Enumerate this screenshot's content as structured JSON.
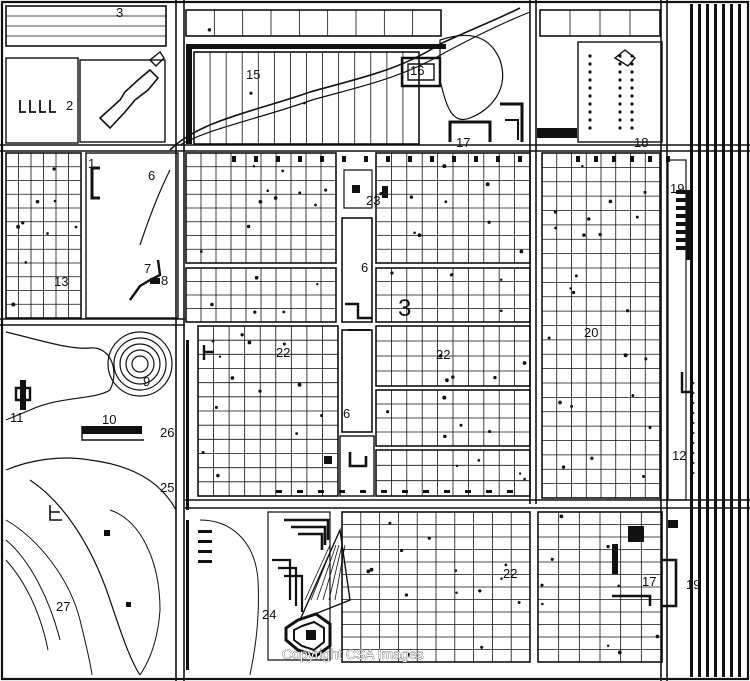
{
  "map": {
    "colors": {
      "ink": "#111111",
      "paper": "#ffffff"
    },
    "labels": [
      {
        "text": "3",
        "key": "l3top"
      },
      {
        "text": "2",
        "key": "l2"
      },
      {
        "text": "15",
        "key": "l15"
      },
      {
        "text": "16",
        "key": "l16"
      },
      {
        "text": "17",
        "key": "l17a"
      },
      {
        "text": "18",
        "key": "l18"
      },
      {
        "text": "1",
        "key": "l1"
      },
      {
        "text": "6",
        "key": "l6a"
      },
      {
        "text": "23",
        "key": "l23"
      },
      {
        "text": "19",
        "key": "l19a"
      },
      {
        "text": "7",
        "key": "l7"
      },
      {
        "text": "8",
        "key": "l8"
      },
      {
        "text": "6",
        "key": "l6b"
      },
      {
        "text": "13",
        "key": "l13"
      },
      {
        "text": "3",
        "key": "l3mid"
      },
      {
        "text": "20",
        "key": "l20"
      },
      {
        "text": "22",
        "key": "l22a"
      },
      {
        "text": "22",
        "key": "l22b"
      },
      {
        "text": "9",
        "key": "l9"
      },
      {
        "text": "11",
        "key": "l11"
      },
      {
        "text": "10",
        "key": "l10"
      },
      {
        "text": "26",
        "key": "l26"
      },
      {
        "text": "6",
        "key": "l6c"
      },
      {
        "text": "12",
        "key": "l12"
      },
      {
        "text": "25",
        "key": "l25"
      },
      {
        "text": "22",
        "key": "l22c"
      },
      {
        "text": "17",
        "key": "l17b"
      },
      {
        "text": "19",
        "key": "l19b"
      },
      {
        "text": "27",
        "key": "l27"
      },
      {
        "text": "24",
        "key": "l24"
      }
    ],
    "watermark": "Copyright CSA Images"
  }
}
